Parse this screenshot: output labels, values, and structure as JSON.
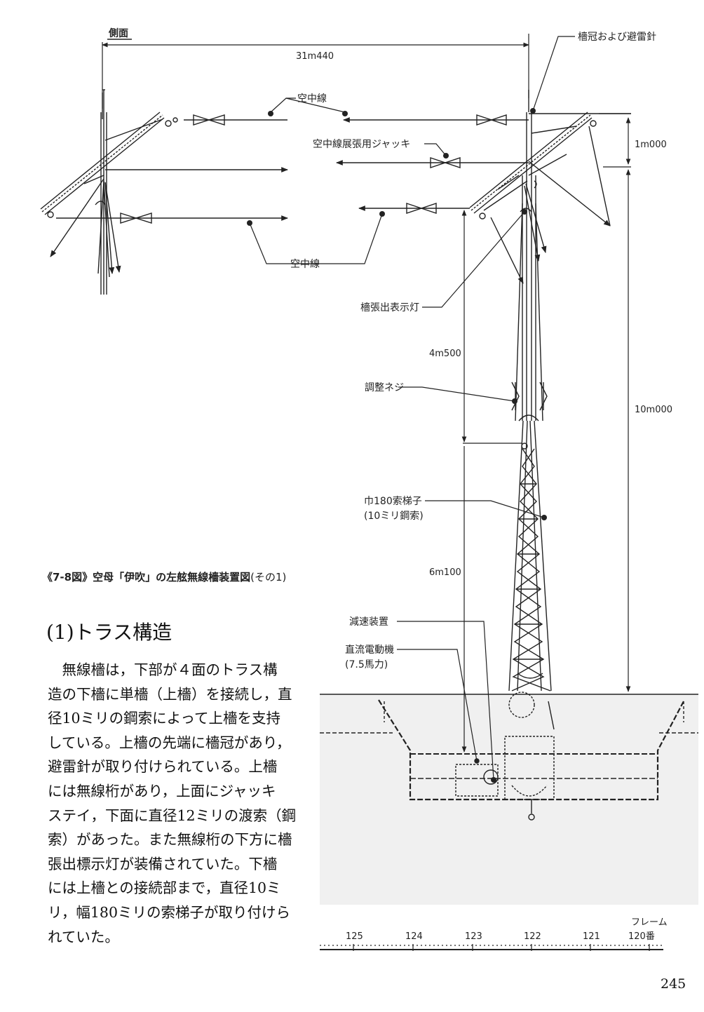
{
  "figure": {
    "side_view_label": "側面",
    "labels": {
      "width": "31m440",
      "masthead": "檣冠および避雷針",
      "antenna_top": "空中線",
      "jack": "空中線展張用ジャッキ",
      "antenna_bottom": "空中線",
      "mast_light": "檣張出表示灯",
      "dim_1m": "1m000",
      "dim_4m5": "4m500",
      "dim_10m": "10m000",
      "turnbuckle": "調整ネジ",
      "ladder_1": "巾180索梯子",
      "ladder_2": "(10ミリ鋼索)",
      "dim_6m1": "6m100",
      "reduction_gear": "減速装置",
      "motor_1": "直流電動機",
      "motor_2": "(7.5馬力)",
      "frame_1": "フレーム",
      "frame_2": "120番"
    },
    "frame_numbers": [
      "125",
      "124",
      "123",
      "122",
      "121"
    ]
  },
  "caption": {
    "main": "《7-8図》空母「伊吹」の左舷無線檣装置図",
    "sub": "(その1)"
  },
  "section_heading": "(1)トラス構造",
  "body_lines": [
    "　無線檣は，下部が４面のトラス構",
    "造の下檣に単檣（上檣）を接続し，直",
    "径10ミリの鋼索によって上檣を支持",
    "している。上檣の先端に檣冠があり，",
    "避雷針が取り付けられている。上檣",
    "には無線桁があり，上面にジャッキ",
    "ステイ，下面に直径12ミリの渡索（鋼",
    "索）があった。また無線桁の下方に檣",
    "張出標示灯が装備されていた。下檣",
    "には上檣との接続部まで，直径10ミ",
    "リ，幅180ミリの索梯子が取り付けら",
    "れていた。"
  ],
  "page_number": "245"
}
